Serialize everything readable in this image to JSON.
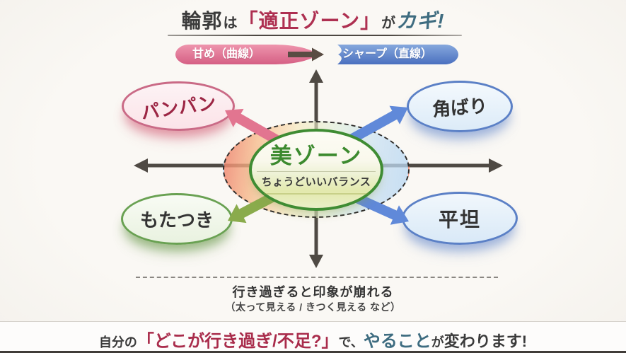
{
  "title": {
    "part1": "輪郭",
    "part2": "は",
    "part3": "「適正ゾーン」",
    "part4": "が",
    "part5": "カギ!"
  },
  "legend": {
    "left_label": "甘め（曲線）",
    "right_label": "シャープ（直線）"
  },
  "center_zone": {
    "title": "美ゾーン",
    "subtitle": "ちょうどいいバランス"
  },
  "bubbles": {
    "top_left": "パンパン",
    "top_right": "角ばり",
    "bottom_left": "もたつき",
    "bottom_right": "平坦"
  },
  "caption": {
    "line1": "行き過ぎると印象が崩れる",
    "line2": "（太って見える / きつく見える など）"
  },
  "footer": {
    "part1": "自分の",
    "part2": "「どこが行き過ぎ/不足?」",
    "part3": "で、",
    "part4": "やること",
    "part5": "が",
    "part6": "変わります!"
  },
  "colors": {
    "accent_crimson": "#ae3051",
    "accent_teal": "#3e6c80",
    "soft_pink": "#ca6a86",
    "soft_blue": "#5b80c6",
    "soft_green": "#69a152",
    "zone_green": "#3f8c33",
    "axis_gray": "#4f4a44",
    "legend_pink": "#d76286",
    "legend_blue": "#4c72c0"
  }
}
